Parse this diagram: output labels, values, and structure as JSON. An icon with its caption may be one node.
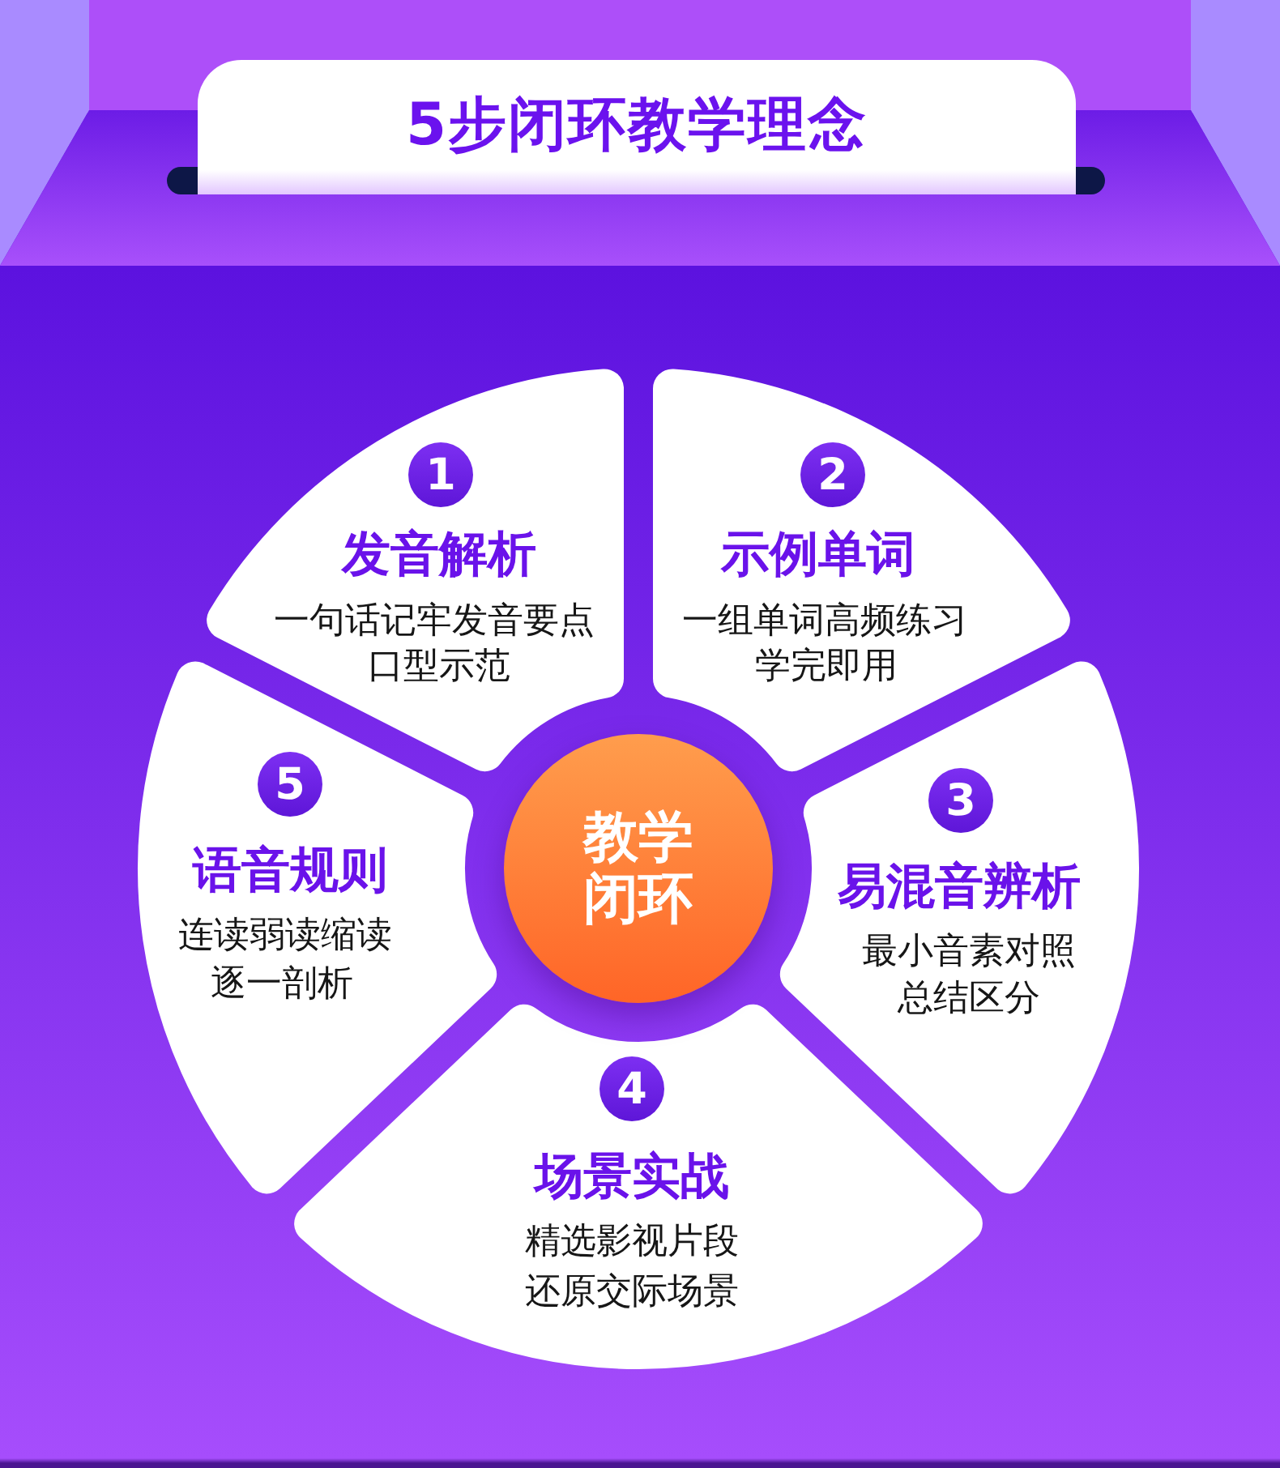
{
  "diagram": {
    "title": "5步闭环教学理念",
    "nodes": [
      {
        "text": [
          "发音解析",
          "一句话记牢发音要点",
          "口型示范"
        ]
      },
      {
        "text": [
          "1"
        ],
        "in": 0
      },
      {
        "text": [
          "示例单词",
          "一组单词高频练习",
          "学完即用"
        ]
      },
      {
        "text": [
          "2"
        ],
        "in": 2
      },
      {
        "text": [
          "易混音辨析",
          "最小音素对照",
          "总结区分"
        ]
      },
      {
        "text": [
          "3"
        ],
        "in": 4
      },
      {
        "text": [
          "场景实战",
          "精选影视片段",
          "还原交际场景"
        ]
      },
      {
        "text": [
          "4"
        ],
        "in": 6
      },
      {
        "text": [
          "语音规则",
          "连读弱读缩读",
          "逐一剖析"
        ]
      },
      {
        "text": [
          "5"
        ],
        "in": 8
      },
      {
        "text": [
          "教学闭环"
        ]
      }
    ]
  }
}
